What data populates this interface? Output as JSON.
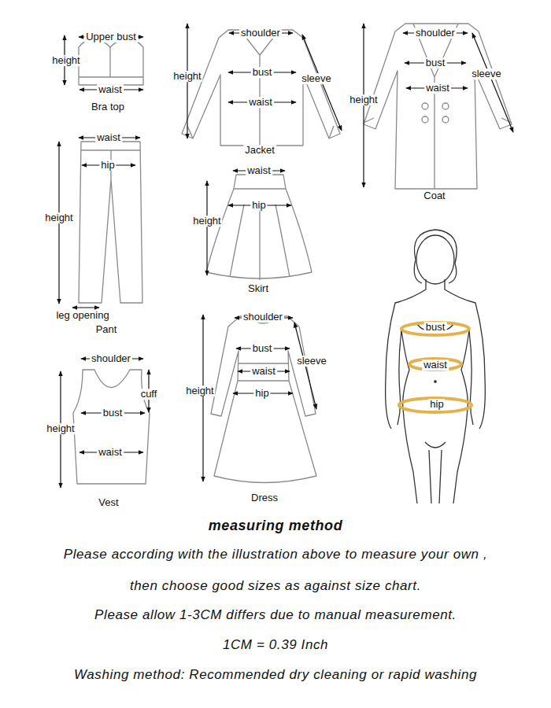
{
  "diagram": {
    "labels": [
      "Upper bust",
      "height",
      "waist",
      "Bra top",
      "shoulder",
      "height",
      "bust",
      "sleeve",
      "waist",
      "Jacket",
      "shoulder",
      "bust",
      "sleeve",
      "height",
      "waist",
      "Coat",
      "waist",
      "hip",
      "height",
      "leg opening",
      "Pant",
      "waist",
      "hip",
      "height",
      "Skirt",
      "bust",
      "waist",
      "hip",
      "shoulder",
      "cuff",
      "bust",
      "height",
      "waist",
      "Vest",
      "shoulder",
      "bust",
      "sleeve",
      "waist",
      "height",
      "hip",
      "Dress",
      "measuring method",
      "Please according with the illustration above to measure your own ,",
      "then choose good sizes as against size chart.",
      "Please allow 1-3CM differs due to manual measurement.",
      "1CM = 0.39 Inch",
      "Washing method: Recommended dry cleaning or rapid washing"
    ]
  }
}
